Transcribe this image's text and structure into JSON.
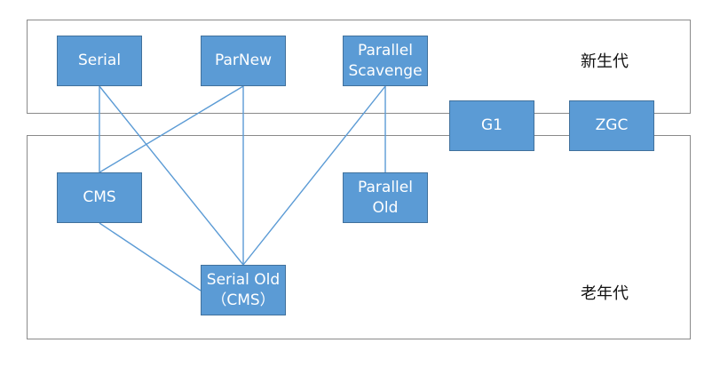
{
  "regions": {
    "young": {
      "label": "新生代"
    },
    "old": {
      "label": "老年代"
    }
  },
  "collectors": {
    "serial": "Serial",
    "parnew": "ParNew",
    "parallel_scavenge": "Parallel\nScavenge",
    "g1": "G1",
    "zgc": "ZGC",
    "cms": "CMS",
    "parallel_old": "Parallel\nOld",
    "serial_old": "Serial Old\n（CMS）"
  },
  "colors": {
    "box_fill": "#5b9bd5",
    "link": "#5b9bd5",
    "region_border": "#8a8a8a"
  },
  "links": [
    [
      "serial",
      "cms"
    ],
    [
      "serial",
      "serial_old"
    ],
    [
      "parnew",
      "cms"
    ],
    [
      "parnew",
      "serial_old"
    ],
    [
      "parallel_scavenge",
      "serial_old"
    ],
    [
      "parallel_scavenge",
      "parallel_old"
    ],
    [
      "cms",
      "serial_old"
    ]
  ]
}
